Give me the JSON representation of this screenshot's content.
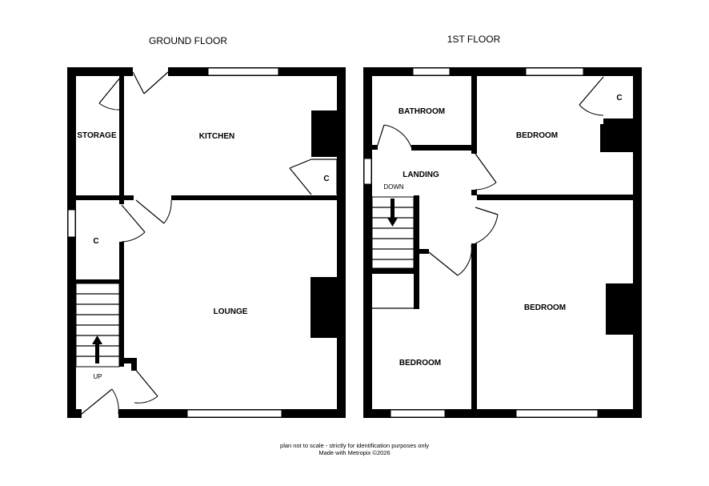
{
  "floors": {
    "ground": {
      "title": "GROUND FLOOR",
      "rooms": {
        "storage": "STORAGE",
        "kitchen": "KITCHEN",
        "kitchen_cupboard": "C",
        "hall_cupboard": "C",
        "lounge": "LOUNGE"
      },
      "stairs_label": "UP"
    },
    "first": {
      "title": "1ST FLOOR",
      "rooms": {
        "bathroom": "BATHROOM",
        "bedroom_front": "BEDROOM",
        "bedroom_cupboard": "C",
        "landing": "LANDING",
        "bedroom_rear_large": "BEDROOM",
        "bedroom_small": "BEDROOM"
      },
      "stairs_label": "DOWN"
    }
  },
  "footer": {
    "line1": "plan not to scale - strictly for identification purposes only",
    "line2": "Made with Metropix ©2026"
  },
  "colors": {
    "wall": "#000000",
    "background": "#ffffff"
  }
}
